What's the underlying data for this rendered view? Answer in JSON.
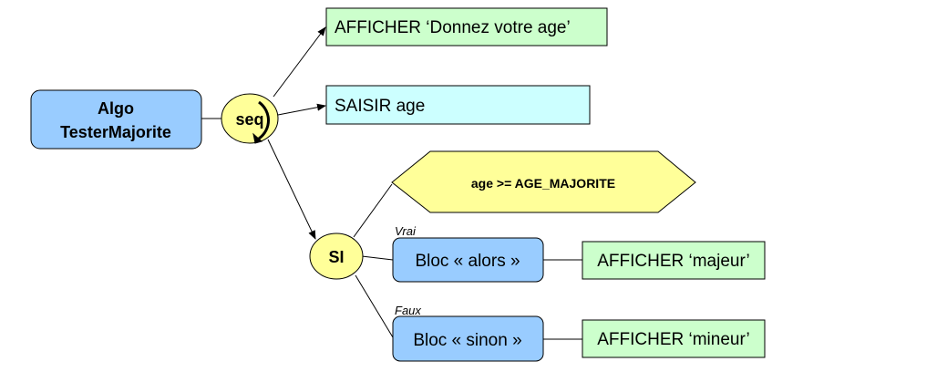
{
  "diagram": {
    "root": {
      "line1": "Algo",
      "line2": "TesterMajorite",
      "fill": "#99ccff"
    },
    "seq_node": {
      "label": "seq",
      "fill": "#ffff99"
    },
    "si_node": {
      "label": "SI",
      "fill": "#ffff99"
    },
    "afficher_age": {
      "label": "AFFICHER ‘Donnez votre age’",
      "fill": "#ccffcc"
    },
    "saisir_age": {
      "label": "SAISIR age",
      "fill": "#ccffff"
    },
    "condition": {
      "label": "age >= AGE_MAJORITE",
      "fill": "#ffff99"
    },
    "branch_true": {
      "label": "Vrai"
    },
    "branch_false": {
      "label": "Faux"
    },
    "bloc_alors": {
      "label": "Bloc « alors »",
      "fill": "#99ccff"
    },
    "bloc_sinon": {
      "label": "Bloc « sinon »",
      "fill": "#99ccff"
    },
    "afficher_majeur": {
      "label": "AFFICHER ‘majeur’",
      "fill": "#ccffcc"
    },
    "afficher_mineur": {
      "label": "AFFICHER ‘mineur’",
      "fill": "#ccffcc"
    }
  }
}
